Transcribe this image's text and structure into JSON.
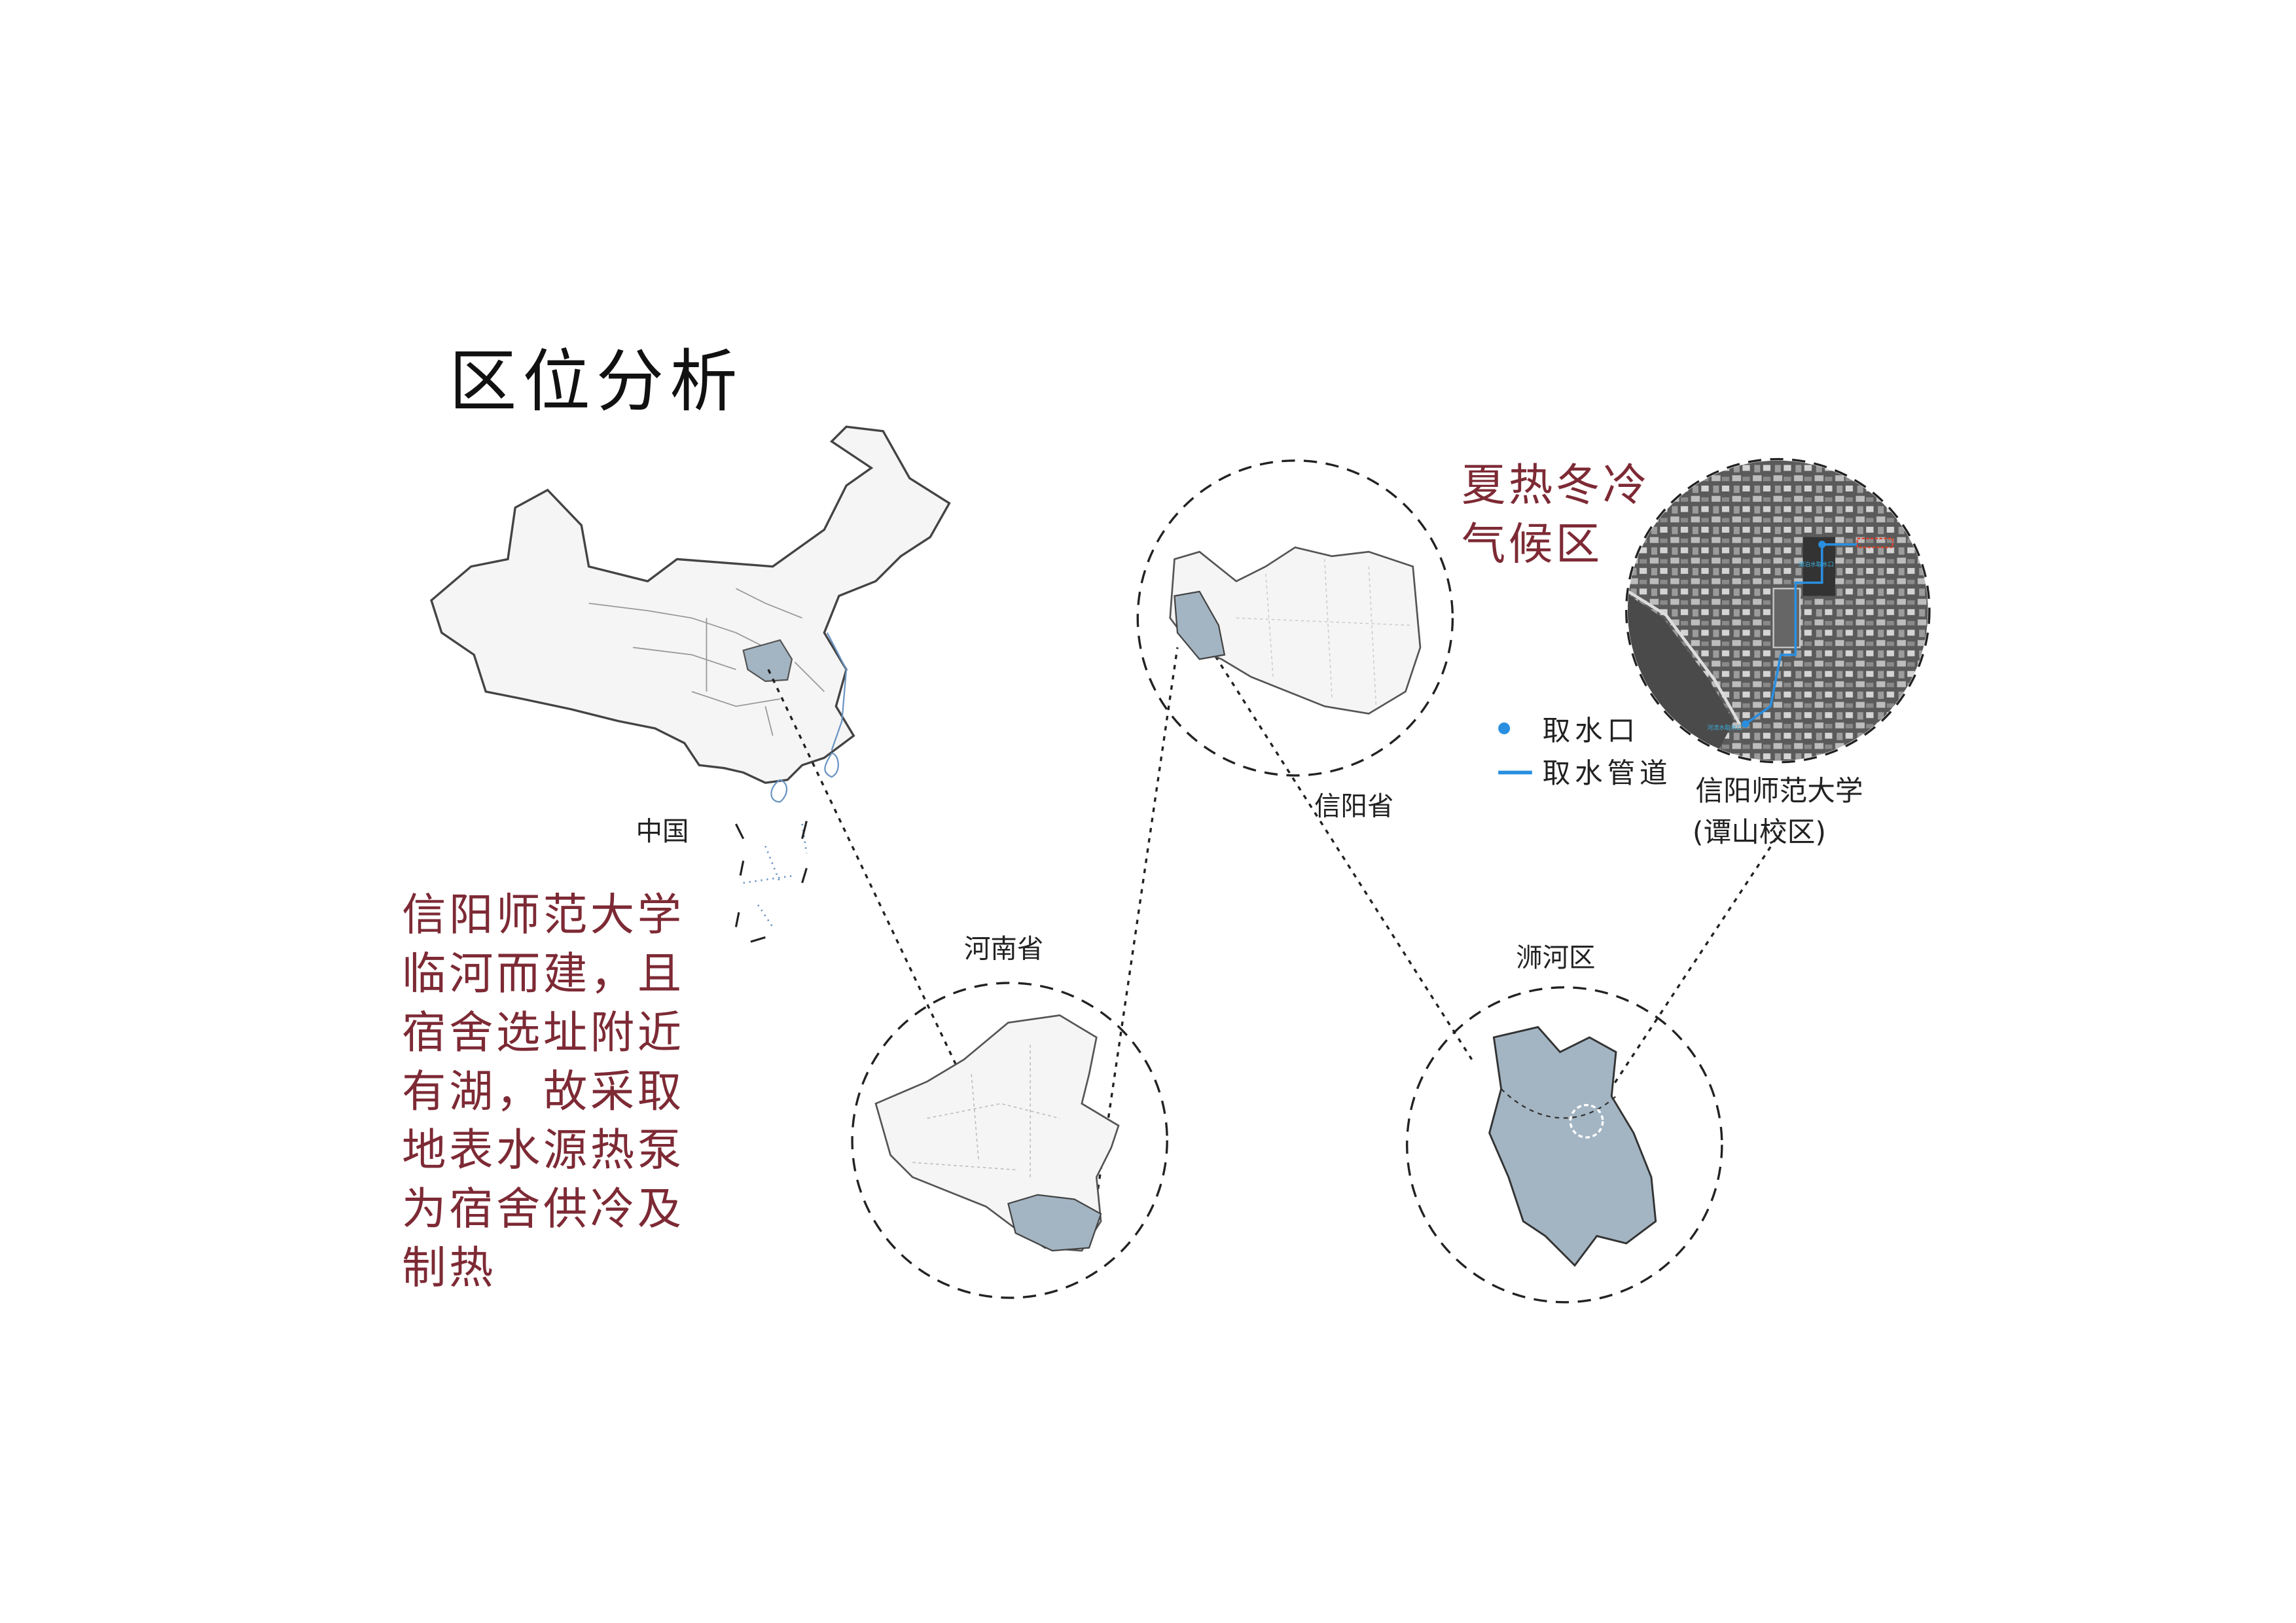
{
  "title": "区位分析",
  "labels": {
    "china": "中国",
    "henan": "河南省",
    "xinyang": "信阳省",
    "shihe": "浉河区",
    "campus_line1": "信阳师范大学",
    "campus_line2": "(谭山校区)"
  },
  "climate": [
    "夏热冬冷",
    "气候区"
  ],
  "description": [
    "信阳师范大学",
    "临河而建，且",
    "宿舍选址附近",
    "有湖，故采取",
    "地表水源热泵",
    "为宿舍供冷及",
    "制热"
  ],
  "legend": {
    "intake": "取水口",
    "pipe": "取水管道"
  },
  "satellite_labels": {
    "lake_intake": "湖泊水取水口",
    "river_intake": "河流水取水口"
  },
  "colors": {
    "accent_text": "#7d2a35",
    "highlight_region": "#a3b5c3",
    "map_fill": "#f5f5f5",
    "legend_blue": "#2a8fe0"
  }
}
